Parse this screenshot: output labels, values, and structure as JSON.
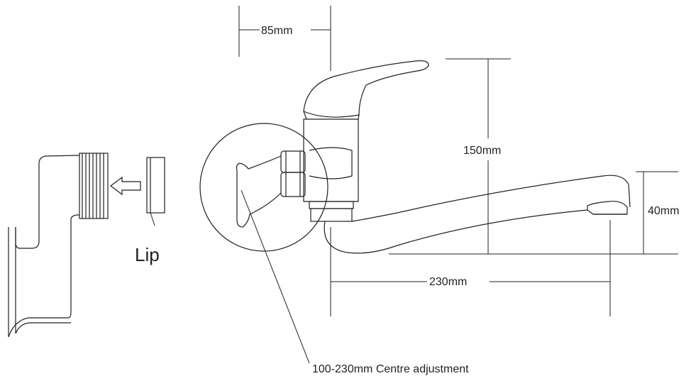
{
  "labels": {
    "width_85": "85mm",
    "height_150": "150mm",
    "height_40": "40mm",
    "reach_230": "230mm",
    "lip": "Lip",
    "centre_adjustment": "100-230mm Centre adjustment"
  }
}
